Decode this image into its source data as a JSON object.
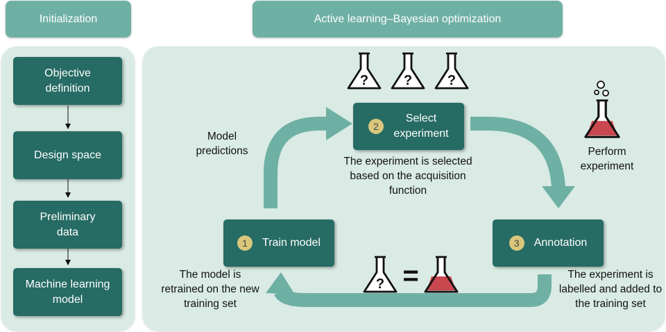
{
  "headers": {
    "init": "Initialization",
    "active": "Active learning–Bayesian optimization"
  },
  "init_steps": [
    {
      "label": "Objective definition"
    },
    {
      "label": "Design space"
    },
    {
      "label": "Preliminary data"
    },
    {
      "label": "Machine learning model"
    }
  ],
  "steps": {
    "train": {
      "number": "1",
      "label": "Train model"
    },
    "select": {
      "number": "2",
      "label": "Select experiment"
    },
    "annotate": {
      "number": "3",
      "label": "Annotation"
    }
  },
  "notes": {
    "model_predictions": "Model predictions",
    "select_desc": "The experiment is selected based on the acquisition function",
    "perform": "Perform experiment",
    "retrain": "The model is retrained on the new training set",
    "labelled": "The experiment is labelled and added to the training set"
  },
  "equation": {
    "question_mark": "?",
    "equals": "="
  },
  "icons": {
    "flask_unknown": "flask-question-icon",
    "flask_filled": "flask-filled-icon",
    "bubbles": "bubbles-icon"
  },
  "colors": {
    "header": "#6fb0a4",
    "panel": "#d9ebe4",
    "box": "#266b64",
    "badge": "#d9c77c",
    "arrow": "#6fb0a4",
    "liquid": "#c9474e"
  }
}
